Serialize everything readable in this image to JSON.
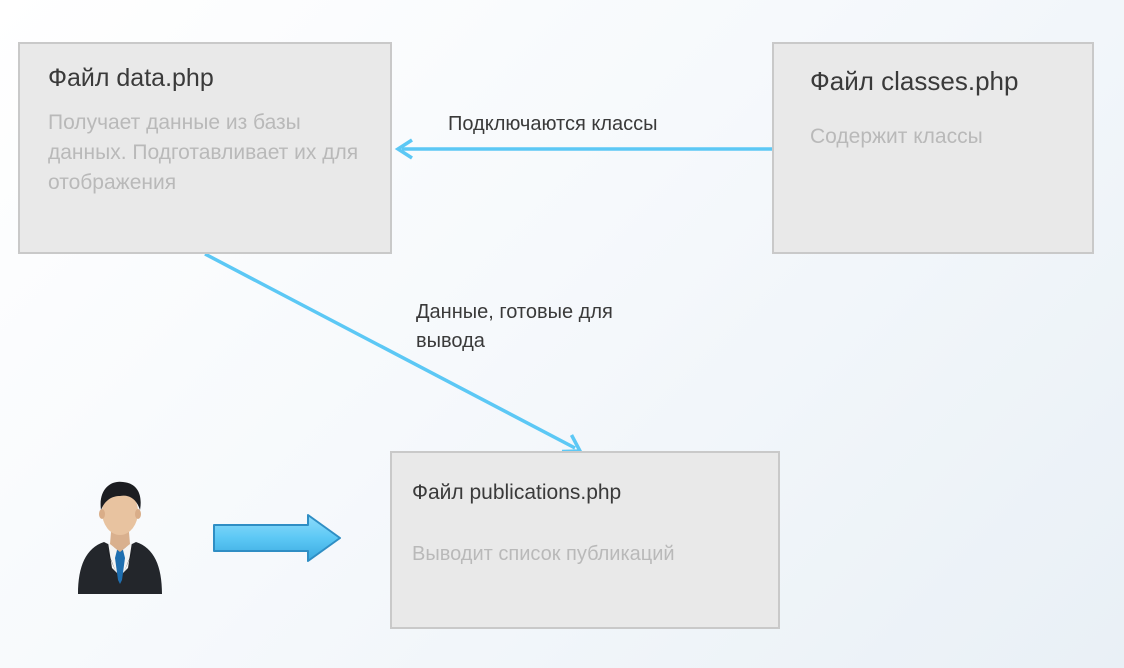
{
  "boxes": {
    "data_php": {
      "title": "Файл data.php",
      "description": "Получает данные из базы данных. Подготавливает их для отображения"
    },
    "classes_php": {
      "title": "Файл classes.php",
      "description": "Содержит классы"
    },
    "publications_php": {
      "title": "Файл publications.php",
      "description": "Выводит список публикаций"
    }
  },
  "edges": {
    "classes_to_data": "Подключаются классы",
    "data_to_publications": "Данные, готовые для вывода"
  },
  "icons": {
    "user": "user-icon",
    "arrow": "block-arrow-right-icon"
  },
  "colors": {
    "connector": "#5cc8f5",
    "box_fill": "#e9e9e9",
    "box_border": "#c9c9c9",
    "title_text": "#3a3a3a",
    "description_text": "#b9b9b9"
  }
}
